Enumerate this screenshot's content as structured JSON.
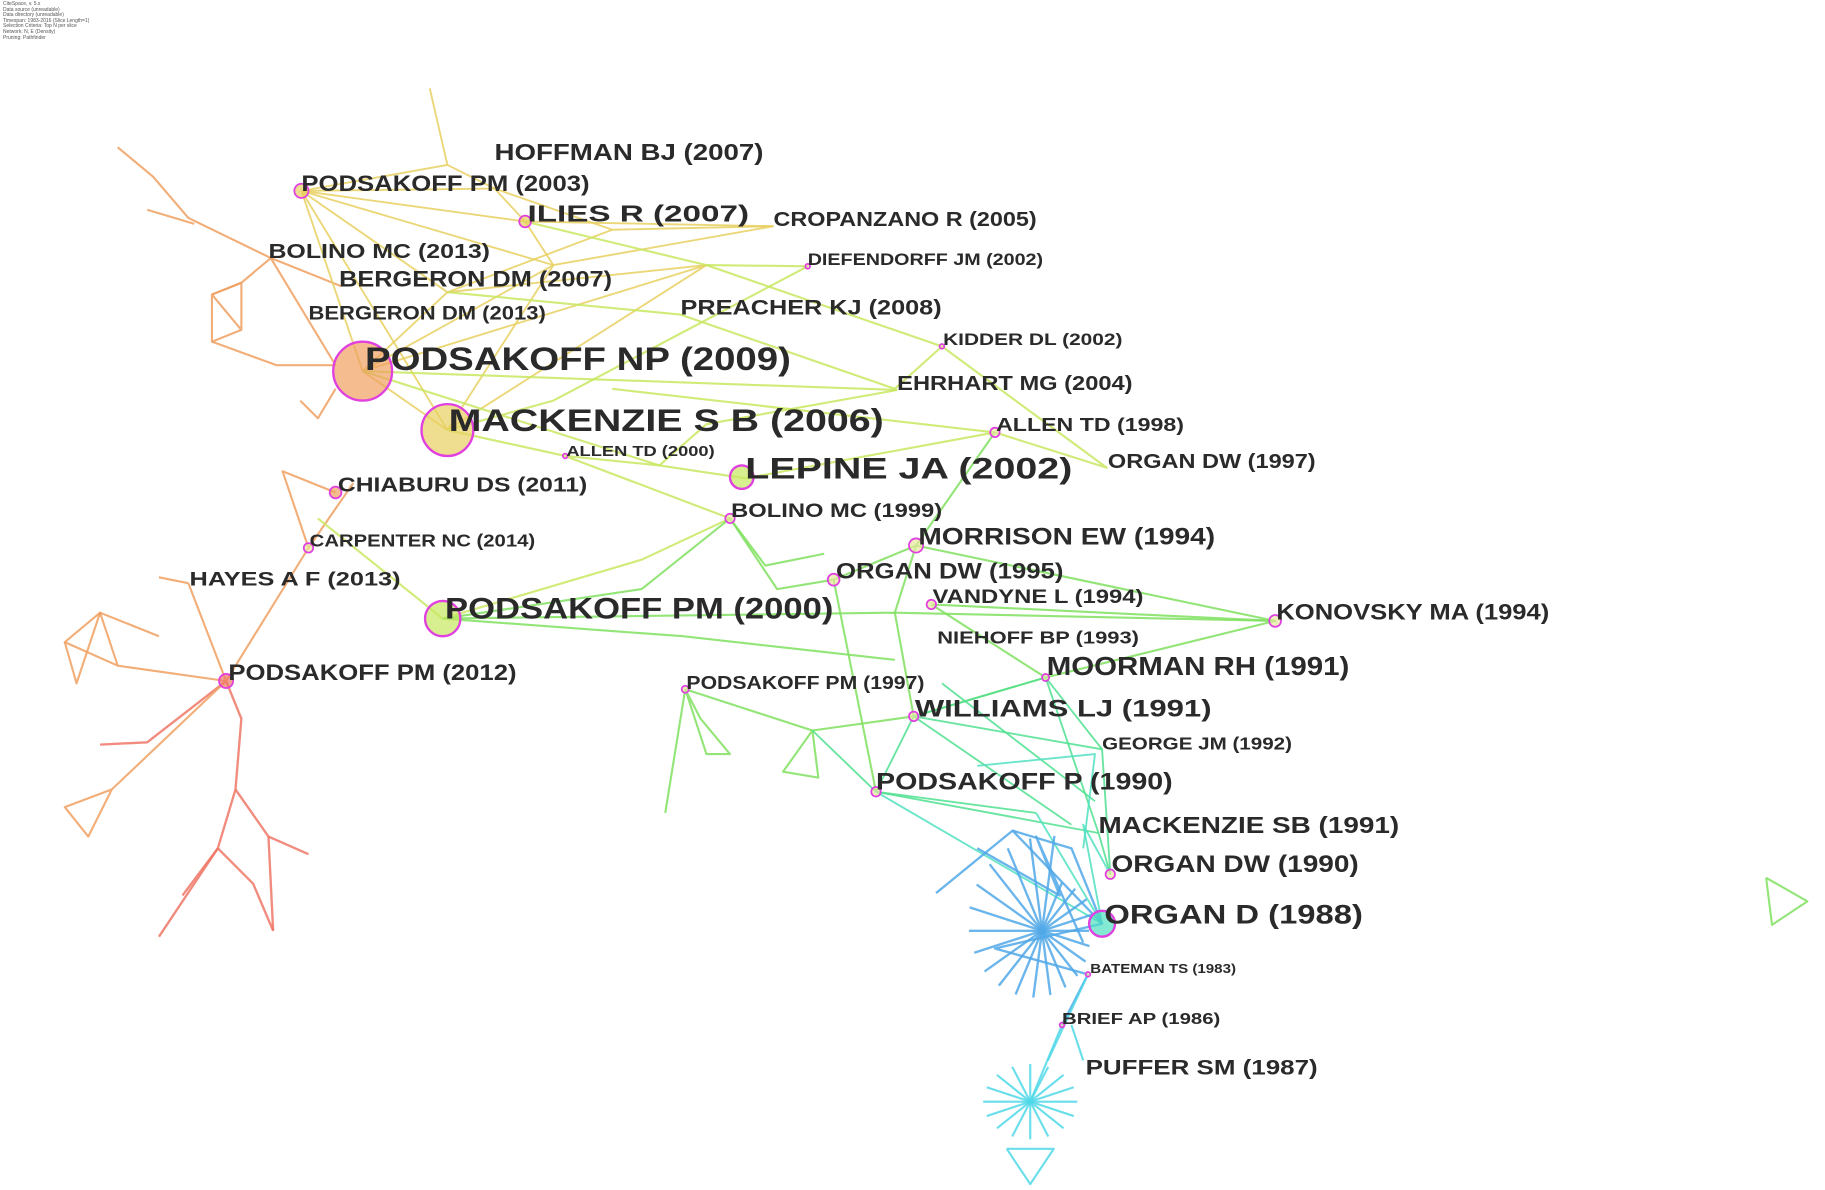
{
  "header_info": [
    "CiteSpace, v. 5.x",
    "Data source (unreadable)",
    "Data directory (unreadable)",
    "Timespan: 1983-2016 (Slice Length=1)",
    "Selection Criteria: Top N per slice",
    "Network: N, E (Density)",
    "Pruning: Pathfinder"
  ],
  "colors": {
    "node_ring": "#e040e0",
    "y2014": "#ee7766",
    "y2010": "#f0a060",
    "y2006": "#e8d060",
    "y2002": "#c8e860",
    "y1997": "#80e060",
    "y1993": "#50e090",
    "y1990": "#50e0c0",
    "y1988": "#50a8e8",
    "y1987": "#50d8e8",
    "label": "#2a2a2a"
  },
  "nodes": [
    {
      "label": "HOFFMAN BJ (2007)"
    },
    {
      "label": "PODSAKOFF PM (2003)"
    },
    {
      "label": "ILIES R (2007)"
    },
    {
      "label": "CROPANZANO R (2005)"
    },
    {
      "label": "DIEFENDORFF JM (2002)"
    },
    {
      "label": "BOLINO MC (2013)"
    },
    {
      "label": "BERGERON DM (2007)"
    },
    {
      "label": "BERGERON DM (2013)"
    },
    {
      "label": "PREACHER KJ (2008)"
    },
    {
      "label": "KIDDER DL (2002)"
    },
    {
      "label": "PODSAKOFF NP (2009)"
    },
    {
      "label": "EHRHART MG (2004)"
    },
    {
      "label": "MACKENZIE S B (2006)"
    },
    {
      "label": "ALLEN TD (1998)"
    },
    {
      "label": "ALLEN TD (2000)"
    },
    {
      "label": "ORGAN DW (1997)"
    },
    {
      "label": "LEPINE JA (2002)"
    },
    {
      "label": "CHIABURU DS (2011)"
    },
    {
      "label": "BOLINO MC (1999)"
    },
    {
      "label": "MORRISON EW (1994)"
    },
    {
      "label": "CARPENTER NC (2014)"
    },
    {
      "label": "ORGAN DW (1995)"
    },
    {
      "label": "HAYES A F (2013)"
    },
    {
      "label": "VANDYNE L (1994)"
    },
    {
      "label": "PODSAKOFF PM (2000)"
    },
    {
      "label": "KONOVSKY MA (1994)"
    },
    {
      "label": "NIEHOFF BP (1993)"
    },
    {
      "label": "MOORMAN RH (1991)"
    },
    {
      "label": "PODSAKOFF PM (2012)"
    },
    {
      "label": "PODSAKOFF PM (1997)"
    },
    {
      "label": "WILLIAMS LJ (1991)"
    },
    {
      "label": "GEORGE JM (1992)"
    },
    {
      "label": "PODSAKOFF P (1990)"
    },
    {
      "label": "MACKENZIE SB (1991)"
    },
    {
      "label": "ORGAN DW (1990)"
    },
    {
      "label": "ORGAN D (1988)"
    },
    {
      "label": "BATEMAN TS (1983)"
    },
    {
      "label": "BRIEF AP (1986)"
    },
    {
      "label": "PUFFER SM (1987)"
    }
  ]
}
